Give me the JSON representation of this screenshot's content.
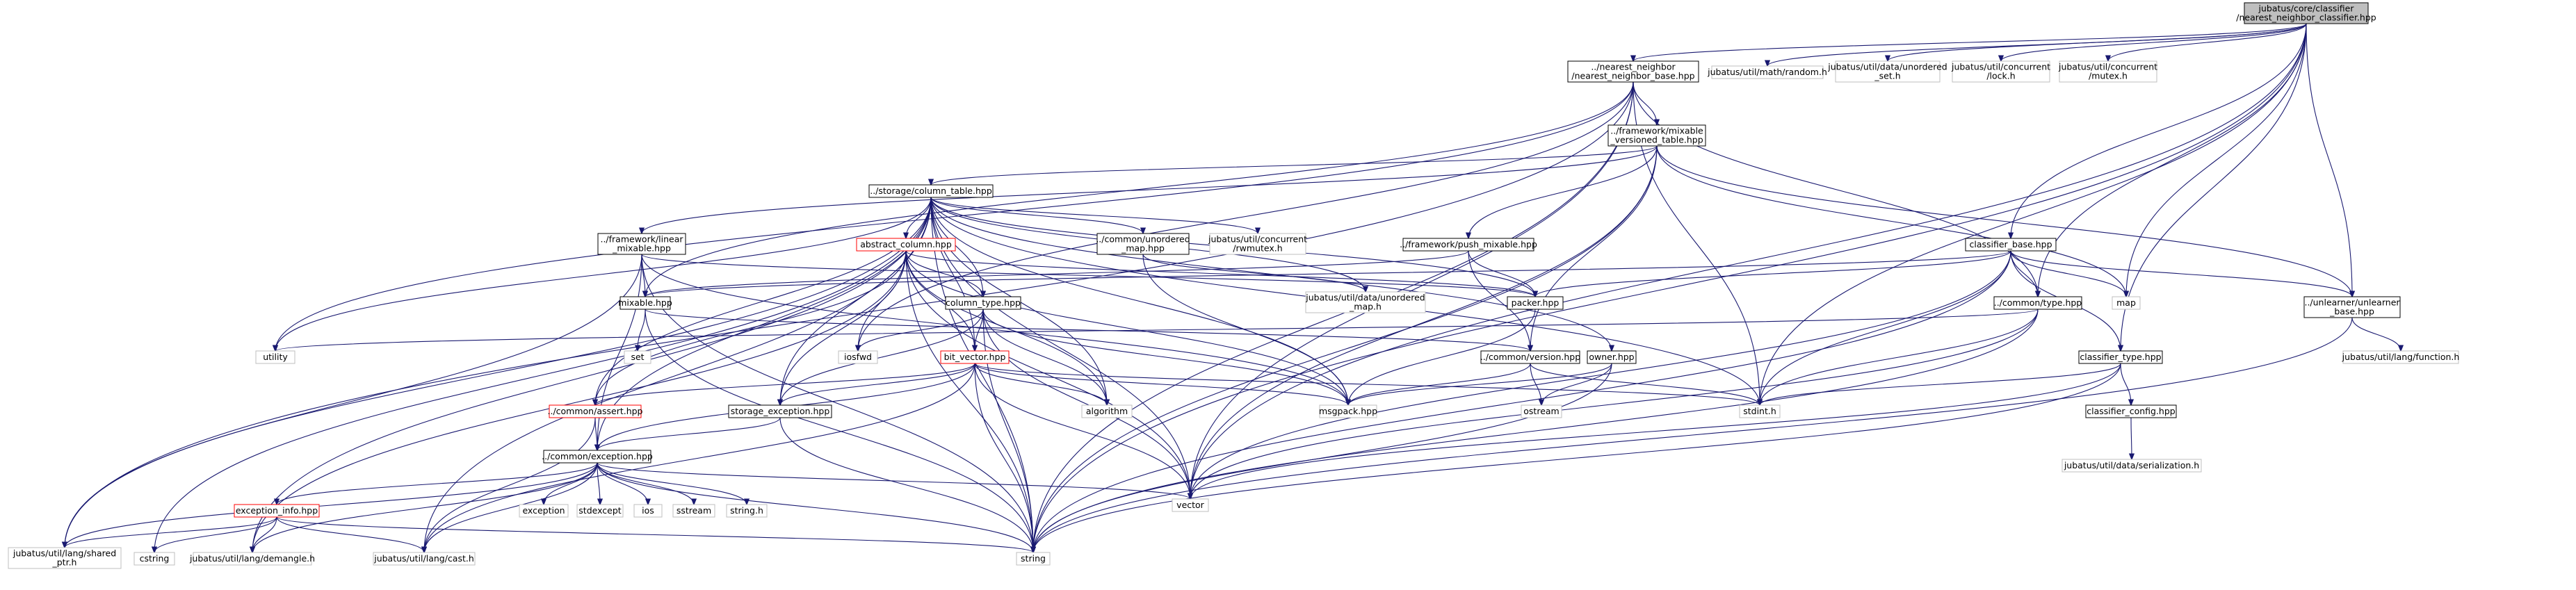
{
  "nodes": [
    {
      "id": "root",
      "lines": [
        "jubatus/core/classifier",
        "/nearest_neighbor_classifier.hpp"
      ],
      "kind": "root"
    },
    {
      "id": "nnbase",
      "lines": [
        "../nearest_neighbor",
        "/nearest_neighbor_base.hpp"
      ],
      "kind": "normal"
    },
    {
      "id": "random",
      "lines": [
        "jubatus/util/math/random.h"
      ],
      "kind": "external"
    },
    {
      "id": "uset",
      "lines": [
        "jubatus/util/data/unordered",
        "_set.h"
      ],
      "kind": "external"
    },
    {
      "id": "lock",
      "lines": [
        "jubatus/util/concurrent",
        "/lock.h"
      ],
      "kind": "external"
    },
    {
      "id": "mutex",
      "lines": [
        "jubatus/util/concurrent",
        "/mutex.h"
      ],
      "kind": "external"
    },
    {
      "id": "mvt",
      "lines": [
        "../framework/mixable",
        "_versioned_table.hpp"
      ],
      "kind": "normal"
    },
    {
      "id": "coltable",
      "lines": [
        "../storage/column_table.hpp"
      ],
      "kind": "normal"
    },
    {
      "id": "fwlinear",
      "lines": [
        "../framework/linear",
        "_mixable.hpp"
      ],
      "kind": "normal"
    },
    {
      "id": "abscol",
      "lines": [
        "abstract_column.hpp"
      ],
      "kind": "truncated"
    },
    {
      "id": "cumap",
      "lines": [
        "../common/unordered",
        "_map.hpp"
      ],
      "kind": "normal"
    },
    {
      "id": "rwmutex",
      "lines": [
        "jubatus/util/concurrent",
        "/rwmutex.h"
      ],
      "kind": "external"
    },
    {
      "id": "pushmix",
      "lines": [
        "../framework/push_mixable.hpp"
      ],
      "kind": "normal"
    },
    {
      "id": "clbase",
      "lines": [
        "classifier_base.hpp"
      ],
      "kind": "normal"
    },
    {
      "id": "umap",
      "lines": [
        "jubatus/util/data/unordered",
        "_map.h"
      ],
      "kind": "external"
    },
    {
      "id": "mixable",
      "lines": [
        "mixable.hpp"
      ],
      "kind": "normal"
    },
    {
      "id": "coltype",
      "lines": [
        "column_type.hpp"
      ],
      "kind": "normal"
    },
    {
      "id": "packer",
      "lines": [
        "packer.hpp"
      ],
      "kind": "normal"
    },
    {
      "id": "map",
      "lines": [
        "map"
      ],
      "kind": "external"
    },
    {
      "id": "ctype",
      "lines": [
        "../common/type.hpp"
      ],
      "kind": "normal"
    },
    {
      "id": "unlearner",
      "lines": [
        "../unlearner/unlearner",
        "_base.hpp"
      ],
      "kind": "normal"
    },
    {
      "id": "utility",
      "lines": [
        "utility"
      ],
      "kind": "external"
    },
    {
      "id": "set",
      "lines": [
        "set"
      ],
      "kind": "external"
    },
    {
      "id": "iosfwd",
      "lines": [
        "iosfwd"
      ],
      "kind": "external"
    },
    {
      "id": "bitvec",
      "lines": [
        "bit_vector.hpp"
      ],
      "kind": "truncated"
    },
    {
      "id": "cversion",
      "lines": [
        "../common/version.hpp"
      ],
      "kind": "normal"
    },
    {
      "id": "owner",
      "lines": [
        "owner.hpp"
      ],
      "kind": "normal"
    },
    {
      "id": "cltype",
      "lines": [
        "classifier_type.hpp"
      ],
      "kind": "normal"
    },
    {
      "id": "function",
      "lines": [
        "jubatus/util/lang/function.h"
      ],
      "kind": "external"
    },
    {
      "id": "cassert",
      "lines": [
        "../common/assert.hpp"
      ],
      "kind": "truncated"
    },
    {
      "id": "storexc",
      "lines": [
        "storage_exception.hpp"
      ],
      "kind": "normal"
    },
    {
      "id": "algorithm",
      "lines": [
        "algorithm"
      ],
      "kind": "external"
    },
    {
      "id": "msgpack",
      "lines": [
        "msgpack.hpp"
      ],
      "kind": "external"
    },
    {
      "id": "ostream",
      "lines": [
        "ostream"
      ],
      "kind": "external"
    },
    {
      "id": "stdint",
      "lines": [
        "stdint.h"
      ],
      "kind": "external"
    },
    {
      "id": "clconfig",
      "lines": [
        "classifier_config.hpp"
      ],
      "kind": "normal"
    },
    {
      "id": "serialization",
      "lines": [
        "jubatus/util/data/serialization.h"
      ],
      "kind": "external"
    },
    {
      "id": "cexc",
      "lines": [
        "../common/exception.hpp"
      ],
      "kind": "normal"
    },
    {
      "id": "excinfo",
      "lines": [
        "exception_info.hpp"
      ],
      "kind": "truncated"
    },
    {
      "id": "exception",
      "lines": [
        "exception"
      ],
      "kind": "external"
    },
    {
      "id": "stdexcept",
      "lines": [
        "stdexcept"
      ],
      "kind": "external"
    },
    {
      "id": "ios",
      "lines": [
        "ios"
      ],
      "kind": "external"
    },
    {
      "id": "sstream",
      "lines": [
        "sstream"
      ],
      "kind": "external"
    },
    {
      "id": "stringh",
      "lines": [
        "string.h"
      ],
      "kind": "external"
    },
    {
      "id": "vector",
      "lines": [
        "vector"
      ],
      "kind": "external"
    },
    {
      "id": "sharedptr",
      "lines": [
        "jubatus/util/lang/shared",
        "_ptr.h"
      ],
      "kind": "external"
    },
    {
      "id": "cstring",
      "lines": [
        "cstring"
      ],
      "kind": "external"
    },
    {
      "id": "demangle",
      "lines": [
        "jubatus/util/lang/demangle.h"
      ],
      "kind": "external"
    },
    {
      "id": "cast",
      "lines": [
        "jubatus/util/lang/cast.h"
      ],
      "kind": "external"
    },
    {
      "id": "string",
      "lines": [
        "string"
      ],
      "kind": "external"
    }
  ],
  "edges": [
    [
      "root",
      "nnbase"
    ],
    [
      "root",
      "random"
    ],
    [
      "root",
      "uset"
    ],
    [
      "root",
      "lock"
    ],
    [
      "root",
      "mutex"
    ],
    [
      "root",
      "clbase"
    ],
    [
      "root",
      "ctype"
    ],
    [
      "root",
      "unlearner"
    ],
    [
      "root",
      "map"
    ],
    [
      "root",
      "stdint"
    ],
    [
      "root",
      "cltype"
    ],
    [
      "root",
      "vector"
    ],
    [
      "root",
      "string"
    ],
    [
      "nnbase",
      "mvt"
    ],
    [
      "nnbase",
      "ctype"
    ],
    [
      "nnbase",
      "mixable"
    ],
    [
      "nnbase",
      "utility"
    ],
    [
      "nnbase",
      "sharedptr"
    ],
    [
      "nnbase",
      "iosfwd"
    ],
    [
      "nnbase",
      "stdint"
    ],
    [
      "nnbase",
      "vector"
    ],
    [
      "nnbase",
      "string"
    ],
    [
      "mvt",
      "coltable"
    ],
    [
      "mvt",
      "fwlinear"
    ],
    [
      "mvt",
      "pushmix"
    ],
    [
      "mvt",
      "cversion"
    ],
    [
      "mvt",
      "unlearner"
    ],
    [
      "mvt",
      "map"
    ],
    [
      "mvt",
      "vector"
    ],
    [
      "mvt",
      "string"
    ],
    [
      "coltable",
      "abscol"
    ],
    [
      "coltable",
      "cumap"
    ],
    [
      "coltable",
      "rwmutex"
    ],
    [
      "coltable",
      "umap"
    ],
    [
      "coltable",
      "coltype"
    ],
    [
      "coltable",
      "packer"
    ],
    [
      "coltable",
      "owner"
    ],
    [
      "coltable",
      "bitvec"
    ],
    [
      "coltable",
      "storexc"
    ],
    [
      "coltable",
      "cassert"
    ],
    [
      "coltable",
      "cexc"
    ],
    [
      "coltable",
      "utility"
    ],
    [
      "coltable",
      "cstring"
    ],
    [
      "coltable",
      "sharedptr"
    ],
    [
      "coltable",
      "demangle"
    ],
    [
      "coltable",
      "cast"
    ],
    [
      "coltable",
      "algorithm"
    ],
    [
      "coltable",
      "msgpack"
    ],
    [
      "coltable",
      "stdint"
    ],
    [
      "coltable",
      "vector"
    ],
    [
      "coltable",
      "string"
    ],
    [
      "fwlinear",
      "mixable"
    ],
    [
      "fwlinear",
      "packer"
    ],
    [
      "fwlinear",
      "cexc"
    ],
    [
      "fwlinear",
      "sharedptr"
    ],
    [
      "fwlinear",
      "msgpack"
    ],
    [
      "fwlinear",
      "string"
    ],
    [
      "abscol",
      "coltype"
    ],
    [
      "abscol",
      "bitvec"
    ],
    [
      "abscol",
      "storexc"
    ],
    [
      "abscol",
      "cassert"
    ],
    [
      "abscol",
      "iosfwd"
    ],
    [
      "abscol",
      "algorithm"
    ],
    [
      "abscol",
      "msgpack"
    ],
    [
      "abscol",
      "demangle"
    ],
    [
      "abscol",
      "packer"
    ],
    [
      "abscol",
      "vector"
    ],
    [
      "abscol",
      "string"
    ],
    [
      "cumap",
      "umap"
    ],
    [
      "cumap",
      "msgpack"
    ],
    [
      "pushmix",
      "mixable"
    ],
    [
      "pushmix",
      "packer"
    ],
    [
      "pushmix",
      "cversion"
    ],
    [
      "clbase",
      "mixable"
    ],
    [
      "clbase",
      "packer"
    ],
    [
      "clbase",
      "map"
    ],
    [
      "clbase",
      "ctype"
    ],
    [
      "clbase",
      "unlearner"
    ],
    [
      "clbase",
      "cltype"
    ],
    [
      "clbase",
      "stdint"
    ],
    [
      "clbase",
      "vector"
    ],
    [
      "clbase",
      "string"
    ],
    [
      "mixable",
      "set"
    ],
    [
      "mixable",
      "cversion"
    ],
    [
      "mixable",
      "string"
    ],
    [
      "coltype",
      "bitvec"
    ],
    [
      "coltype",
      "iosfwd"
    ],
    [
      "coltype",
      "storexc"
    ],
    [
      "coltype",
      "algorithm"
    ],
    [
      "coltype",
      "msgpack"
    ],
    [
      "coltype",
      "vector"
    ],
    [
      "coltype",
      "string"
    ],
    [
      "packer",
      "msgpack"
    ],
    [
      "ctype",
      "utility"
    ],
    [
      "ctype",
      "stdint"
    ],
    [
      "ctype",
      "vector"
    ],
    [
      "ctype",
      "string"
    ],
    [
      "unlearner",
      "function"
    ],
    [
      "unlearner",
      "string"
    ],
    [
      "bitvec",
      "cassert"
    ],
    [
      "bitvec",
      "storexc"
    ],
    [
      "bitvec",
      "cexc"
    ],
    [
      "bitvec",
      "algorithm"
    ],
    [
      "bitvec",
      "msgpack"
    ],
    [
      "bitvec",
      "stdint"
    ],
    [
      "bitvec",
      "cast"
    ],
    [
      "bitvec",
      "vector"
    ],
    [
      "bitvec",
      "string"
    ],
    [
      "cversion",
      "msgpack"
    ],
    [
      "cversion",
      "ostream"
    ],
    [
      "cversion",
      "stdint"
    ],
    [
      "owner",
      "msgpack"
    ],
    [
      "owner",
      "ostream"
    ],
    [
      "owner",
      "string"
    ],
    [
      "cltype",
      "clconfig"
    ],
    [
      "cltype",
      "stdint"
    ],
    [
      "cltype",
      "vector"
    ],
    [
      "cltype",
      "string"
    ],
    [
      "clconfig",
      "serialization"
    ],
    [
      "cassert",
      "cexc"
    ],
    [
      "cassert",
      "cast"
    ],
    [
      "storexc",
      "cexc"
    ],
    [
      "storexc",
      "string"
    ],
    [
      "cexc",
      "excinfo"
    ],
    [
      "cexc",
      "exception"
    ],
    [
      "cexc",
      "stdexcept"
    ],
    [
      "cexc",
      "ios"
    ],
    [
      "cexc",
      "sstream"
    ],
    [
      "cexc",
      "stringh"
    ],
    [
      "cexc",
      "vector"
    ],
    [
      "cexc",
      "sharedptr"
    ],
    [
      "cexc",
      "cast"
    ],
    [
      "cexc",
      "demangle"
    ],
    [
      "cexc",
      "string"
    ],
    [
      "excinfo",
      "sharedptr"
    ],
    [
      "excinfo",
      "cstring"
    ],
    [
      "excinfo",
      "demangle"
    ],
    [
      "excinfo",
      "cast"
    ],
    [
      "excinfo",
      "string"
    ]
  ]
}
